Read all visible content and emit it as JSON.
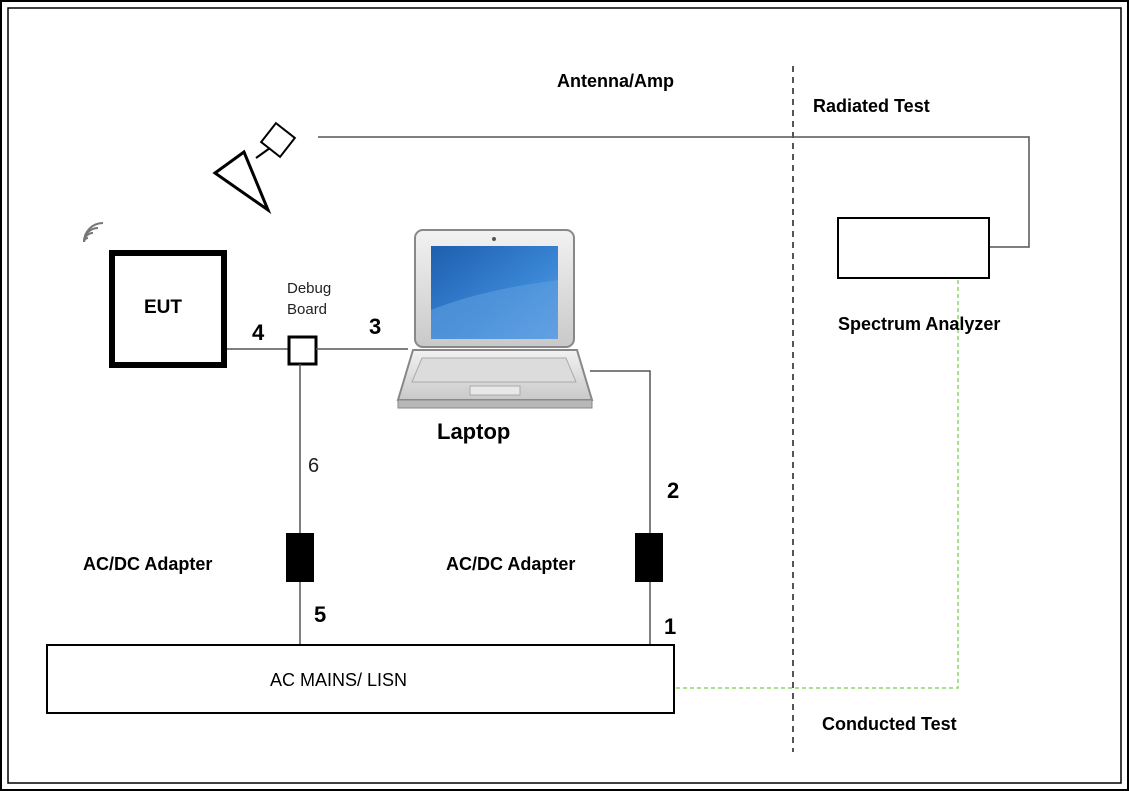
{
  "labels": {
    "antenna_amp": "Antenna/Amp",
    "radiated_test": "Radiated Test",
    "conducted_test": "Conducted Test",
    "spectrum_analyzer": "Spectrum Analyzer",
    "eut": "EUT",
    "debug_board_line1": "Debug",
    "debug_board_line2": "Board",
    "laptop": "Laptop",
    "ac_dc_adapter_left": "AC/DC Adapter",
    "ac_dc_adapter_right": "AC/DC Adapter",
    "ac_mains": "AC MAINS/ LISN"
  },
  "cable_numbers": {
    "c1": "1",
    "c2": "2",
    "c3": "3",
    "c4": "4",
    "c5": "5",
    "c6": "6"
  },
  "icons": {
    "wireless": "wireless-signal-icon",
    "antenna": "horn-antenna-icon",
    "laptop": "laptop-icon"
  },
  "colors": {
    "line": "#555555",
    "conducted_path": "#8ed66a",
    "laptop_screen": "#2f6fbf",
    "adapter": "#000000"
  }
}
